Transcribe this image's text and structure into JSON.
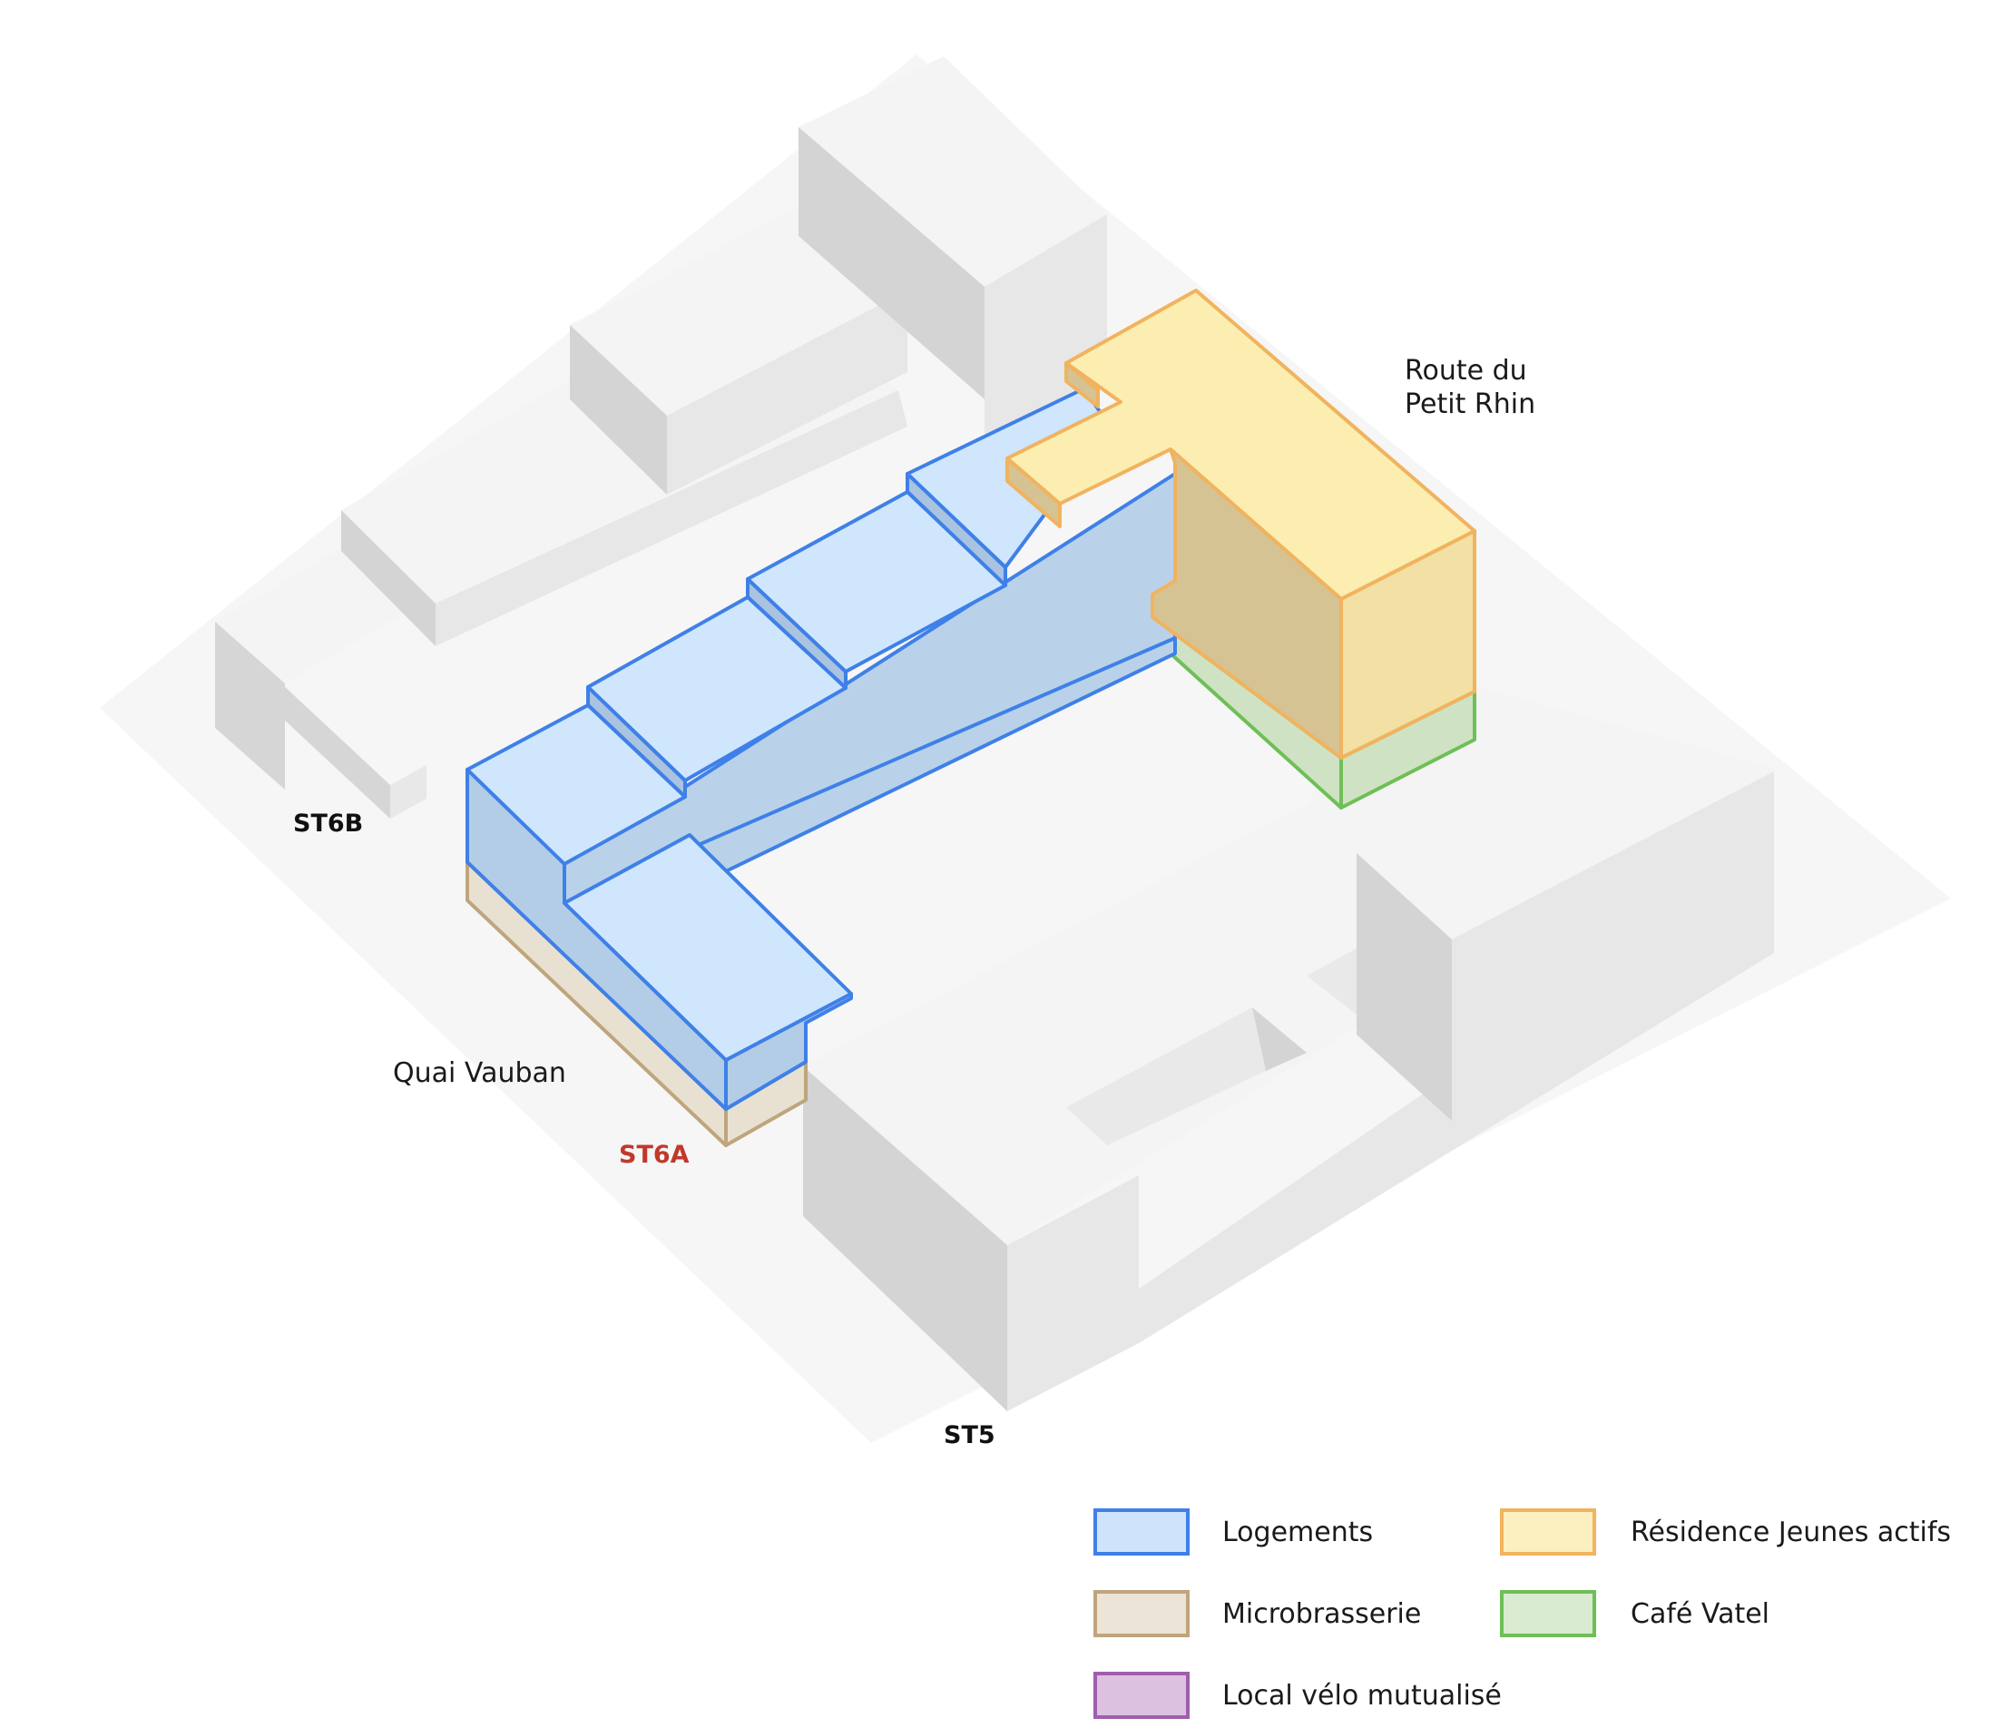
{
  "labels": {
    "route_line1": "Route du",
    "route_line2": "Petit Rhin",
    "quai": "Quai Vauban",
    "st6b": "ST6B",
    "st6a": "ST6A",
    "st5": "ST5"
  },
  "legend": [
    {
      "label": "Logements",
      "fill": "#cfe3fb",
      "stroke": "#3f80e8"
    },
    {
      "label": "Résidence Jeunes actifs",
      "fill": "#fcefc0",
      "stroke": "#f1b35f"
    },
    {
      "label": "Microbrasserie",
      "fill": "#ece4d6",
      "stroke": "#bfa57d"
    },
    {
      "label": "Café Vatel",
      "fill": "#d9ebd1",
      "stroke": "#6fbf57"
    },
    {
      "label": "Local vélo mutualisé",
      "fill": "#dcc1e0",
      "stroke": "#9f5fab"
    }
  ],
  "colors": {
    "accent_st6a": "#c0392b",
    "context_top": "#f4f4f4",
    "context_left": "#d4d4d4",
    "context_right": "#e7e7e7",
    "ground": "#f6f6f6",
    "logements_top": "#cfe6fc",
    "logements_side": "#b3cde6",
    "logements_stroke": "#3f80e8",
    "residence_top": "#fbeeb0",
    "residence_side": "#d8c593",
    "residence_right": "#f2e0a4",
    "residence_stroke": "#f1b35f",
    "cafe_fill": "#cfe3c4",
    "cafe_stroke": "#6fbf57",
    "micro_fill": "#e8e1d1",
    "micro_stroke": "#bfa57d"
  }
}
